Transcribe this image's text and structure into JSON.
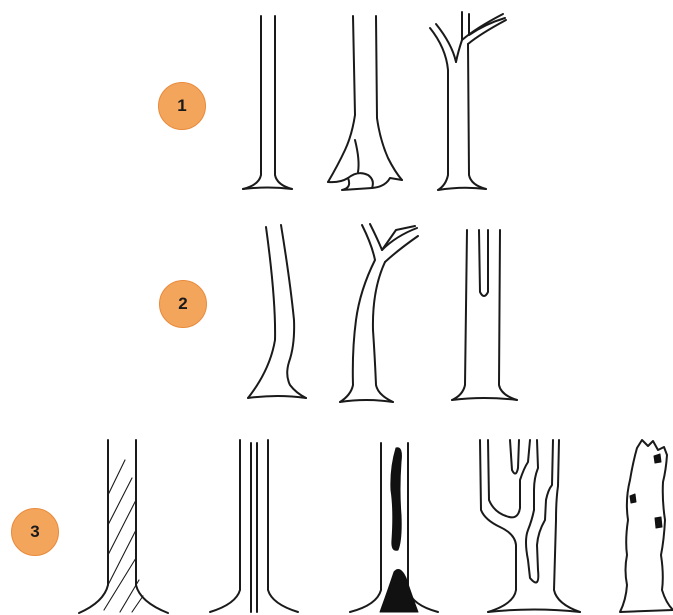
{
  "rows": [
    {
      "number": "1",
      "trees": [
        "straight-trunk",
        "flared-base-trunk",
        "forked-top-trunk"
      ]
    },
    {
      "number": "2",
      "trees": [
        "leaning-curved-trunk",
        "curved-forked-trunk",
        "split-top-trunk"
      ]
    },
    {
      "number": "3",
      "trees": [
        "spiral-grain-trunk",
        "seam-trunk",
        "hollow-cavity-trunk",
        "multi-stem-trunk",
        "broken-snag-trunk"
      ]
    }
  ],
  "colors": {
    "badge_fill": "#f4a55c",
    "badge_border": "#e88a3a",
    "line": "#1a1a1a"
  }
}
